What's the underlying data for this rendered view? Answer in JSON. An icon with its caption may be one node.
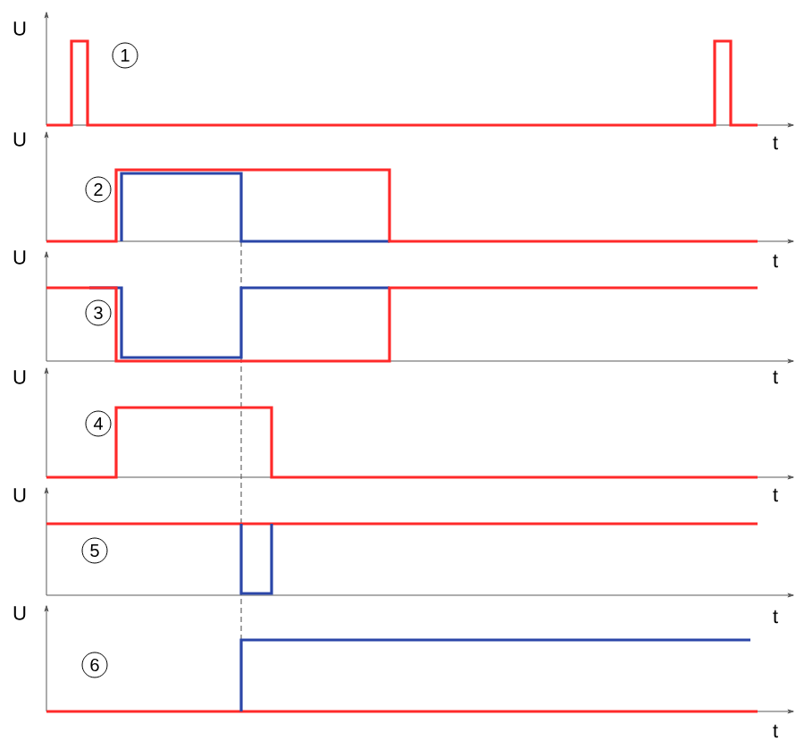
{
  "diagram": {
    "labels": [
      "U",
      "1",
      "t",
      "U",
      "2",
      "t",
      "U",
      "3",
      "t",
      "U",
      "4",
      "t",
      "U",
      "5",
      "t",
      "U",
      "6",
      "t"
    ]
  }
}
